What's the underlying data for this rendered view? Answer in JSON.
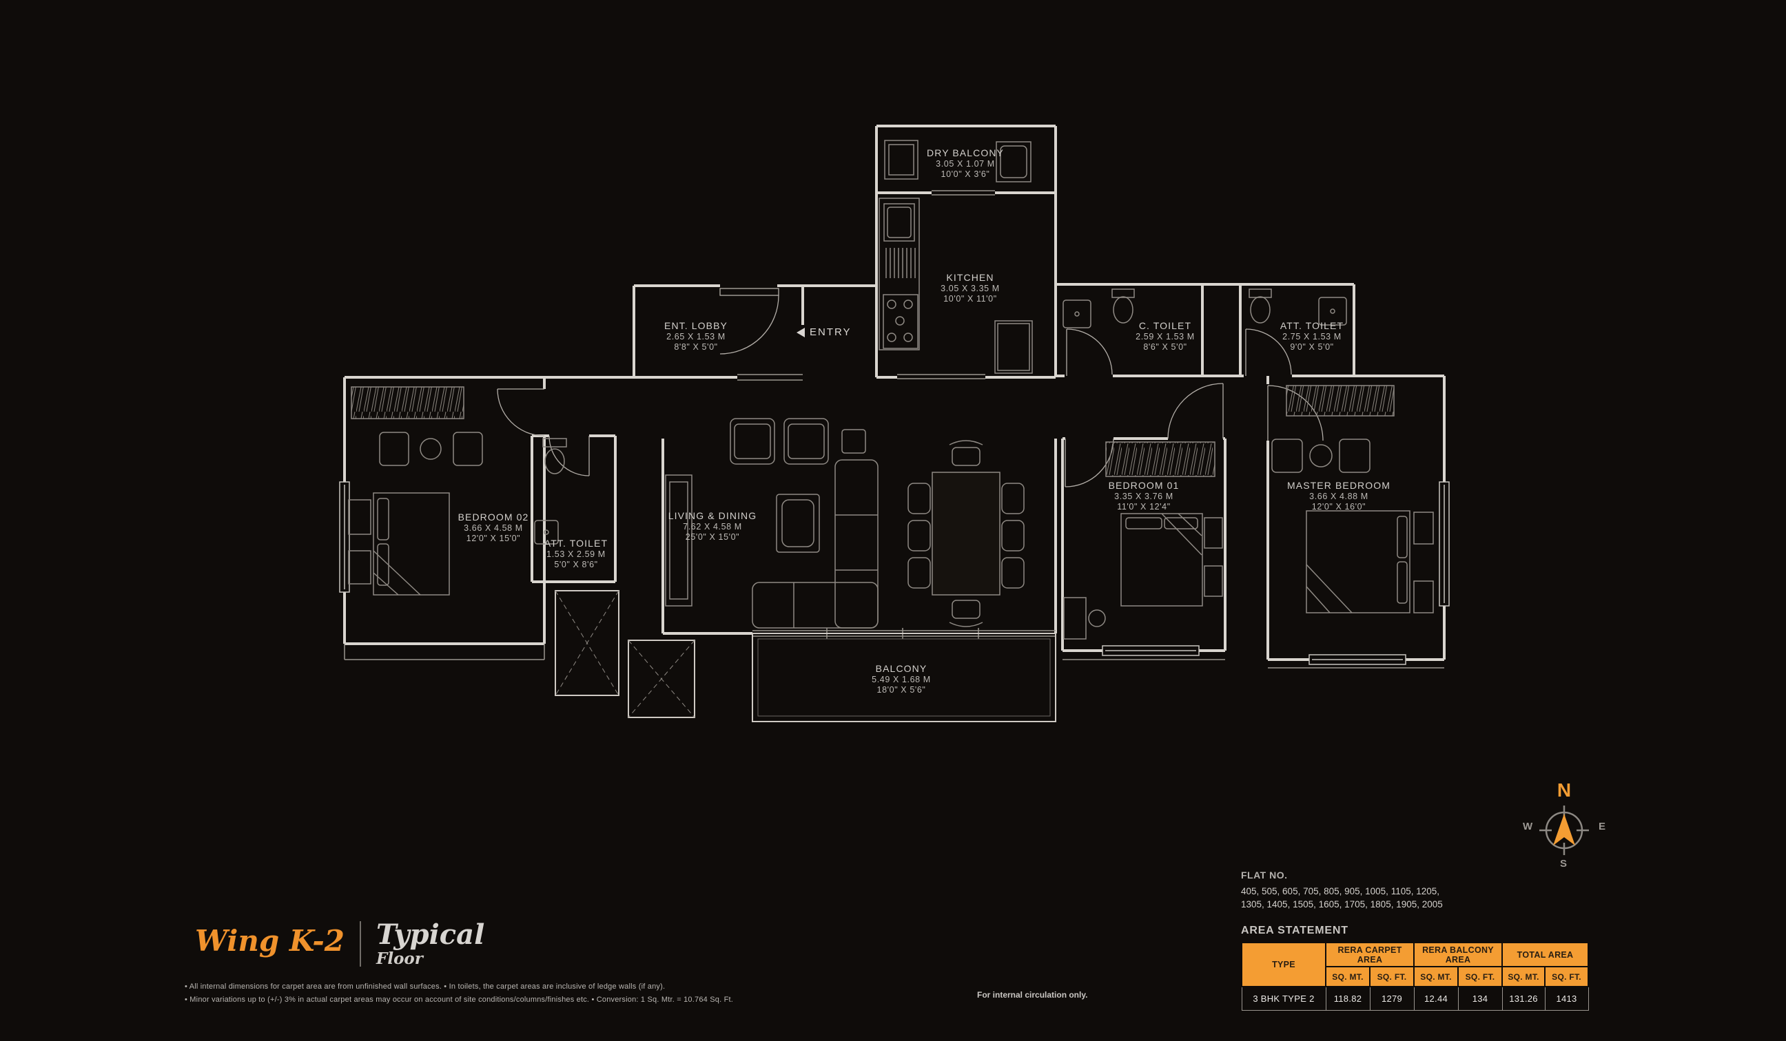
{
  "title": {
    "wing": "Wing K-2",
    "type": "Typical",
    "floor": "Floor"
  },
  "entry": {
    "label": "ENTRY"
  },
  "rooms": [
    {
      "name": "DRY BALCONY",
      "metric": "3.05 X 1.07 M",
      "imperial": "10'0\" X 3'6\""
    },
    {
      "name": "KITCHEN",
      "metric": "3.05 X 3.35 M",
      "imperial": "10'0\" X 11'0\""
    },
    {
      "name": "ENT. LOBBY",
      "metric": "2.65 X 1.53 M",
      "imperial": "8'8\" X 5'0\""
    },
    {
      "name": "C. TOILET",
      "metric": "2.59 X 1.53 M",
      "imperial": "8'6\" X 5'0\""
    },
    {
      "name": "ATT. TOILET",
      "metric": "2.75 X 1.53 M",
      "imperial": "9'0\" X 5'0\""
    },
    {
      "name": "BEDROOM 02",
      "metric": "3.66 X 4.58 M",
      "imperial": "12'0\" X 15'0\""
    },
    {
      "name": "ATT. TOILET",
      "metric": "1.53 X 2.59 M",
      "imperial": "5'0\" X 8'6\""
    },
    {
      "name": "LIVING & DINING",
      "metric": "7.62 X 4.58 M",
      "imperial": "25'0\" X 15'0\""
    },
    {
      "name": "BEDROOM 01",
      "metric": "3.35 X 3.76 M",
      "imperial": "11'0\" X 12'4\""
    },
    {
      "name": "MASTER BEDROOM",
      "metric": "3.66 X 4.88 M",
      "imperial": "12'0\" X 16'0\""
    },
    {
      "name": "BALCONY",
      "metric": "5.49 X 1.68 M",
      "imperial": "18'0\" X 5'6\""
    }
  ],
  "flat_no": {
    "heading": "FLAT NO.",
    "lines": [
      "405, 505, 605, 705, 805, 905, 1005, 1105, 1205,",
      "1305, 1405, 1505, 1605, 1705, 1805, 1905, 2005"
    ]
  },
  "area_statement": {
    "title": "AREA STATEMENT",
    "type_label": "TYPE",
    "groups": [
      "RERA CARPET AREA",
      "RERA BALCONY AREA",
      "TOTAL AREA"
    ],
    "units": [
      "SQ. MT.",
      "SQ. FT.",
      "SQ. MT.",
      "SQ. FT.",
      "SQ. MT.",
      "SQ. FT."
    ],
    "row": {
      "type": "3 BHK TYPE 2",
      "values": [
        "118.82",
        "1279",
        "12.44",
        "134",
        "131.26",
        "1413"
      ]
    }
  },
  "notes": {
    "line1": "• All internal dimensions for carpet area are from unfinished wall surfaces. • In toilets, the carpet areas are inclusive of ledge walls (if any).",
    "line2": "• Minor variations up to (+/-) 3% in actual carpet areas may occur on account of site conditions/columns/finishes etc. • Conversion: 1 Sq. Mtr. = 10.764 Sq. Ft.",
    "internal": "For internal circulation only."
  },
  "compass": {
    "north": "N",
    "east": "E",
    "south": "S",
    "west": "W"
  },
  "colors": {
    "accent": "#f49d33",
    "wall": "#d9d5cf",
    "text": "#cdcac6",
    "bg": "#0f0c0a"
  }
}
